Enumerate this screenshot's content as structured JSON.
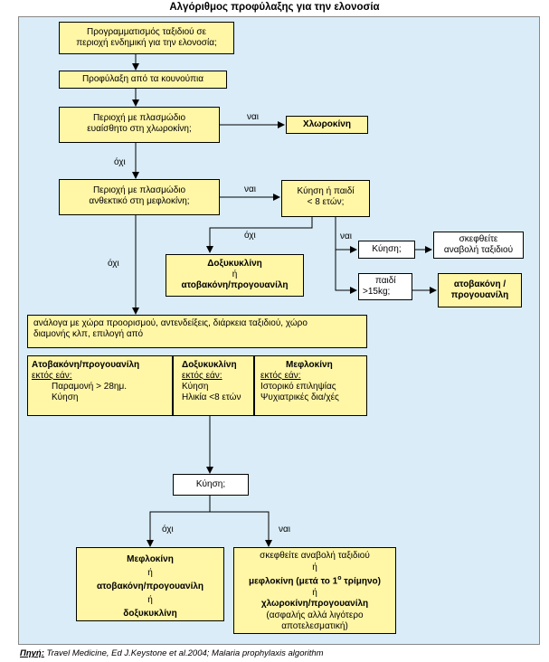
{
  "title": "Αλγόριθμος προφύλαξης για την ελονοσία",
  "nodes": {
    "trip_planning": [
      "Προγραμματισμός ταξιδιού σε",
      "περιοχή ενδημική για την ελονοσία;"
    ],
    "mosquito_protection": "Προφύλαξη από τα κουνούπια",
    "chloroquine_sensitive": [
      "Περιοχή με πλασμώδιο",
      "ευαίσθητο στη χλωροκίνη;"
    ],
    "chloroquine": "Χλωροκίνη",
    "mefloquine_resistant": [
      "Περιοχή με πλασμώδιο",
      "ανθεκτικό στη μεφλοκίνη;"
    ],
    "pregnancy_child": [
      "Κύηση ή παιδί",
      "< 8 ετών;"
    ],
    "doxy_atova": [
      "Δοξυκυκλίνη",
      "ή",
      "ατοβακόνη/προγουανίλη"
    ],
    "pregnancy_q": "Κύηση;",
    "consider_postpone": [
      "σκεφθείτε",
      "αναβολή ταξιδιού"
    ],
    "child_15kg": [
      "παιδί",
      ">15kg;"
    ],
    "atova_child": [
      "ατοβακόνη /",
      "προγουανίλη"
    ],
    "choice_intro": [
      "ανάλογα με χώρα προορισμού, αντενδείξεις, διάρκεια ταξιδιού, χώρο",
      "διαμονής κλπ, επιλογή από"
    ],
    "opt_atova": {
      "title": "Ατοβακόνη/προγουανίλη",
      "unless": "εκτός εάν:",
      "items": [
        "Παραμονή > 28ημ.",
        "Κύηση"
      ]
    },
    "opt_doxy": {
      "title": "Δοξυκυκλίνη",
      "unless": "εκτός εάν:",
      "items": [
        "Κύηση",
        "Ηλικία <8 ετών"
      ]
    },
    "opt_meflo": {
      "title": "Μεφλοκίνη",
      "unless": "εκτός εάν:",
      "items": [
        "Ιστορικό επιληψίας",
        "Ψυχιατρικές δια/χές"
      ]
    },
    "pregnancy_q2": "Κύηση;",
    "final_no": [
      "Μεφλοκίνη",
      "ή",
      "ατοβακόνη/προγουανίλη",
      "ή",
      "δοξυκυκλίνη"
    ],
    "final_yes": {
      "line1": "σκεφθείτε αναβολή ταξιδιού",
      "line2": "ή",
      "line3_a": "μεφλοκίνη (μετά το 1",
      "line3_sup": "ο",
      "line3_b": " τρίμηνο)",
      "line4": "ή",
      "line5": "χλωροκίνη/προγουανίλη",
      "line6": "(ασφαλής αλλά λιγότερο",
      "line7": "αποτελεσματική)"
    }
  },
  "edge_labels": {
    "yes1": "ναι",
    "no1": "όχι",
    "yes2": "ναι",
    "no2": "όχι",
    "yes3": "ναι",
    "no3": "όχι",
    "no4": "όχι",
    "yes4": "ναι"
  },
  "source": {
    "prefix": "Πηγή:",
    "text": " Travel Medicine, Ed J.Keystone et al.2004; Malaria prophylaxis algorithm"
  },
  "colors": {
    "panel": "#d9ecf7",
    "box": "#fff6a6",
    "line": "#000000"
  }
}
